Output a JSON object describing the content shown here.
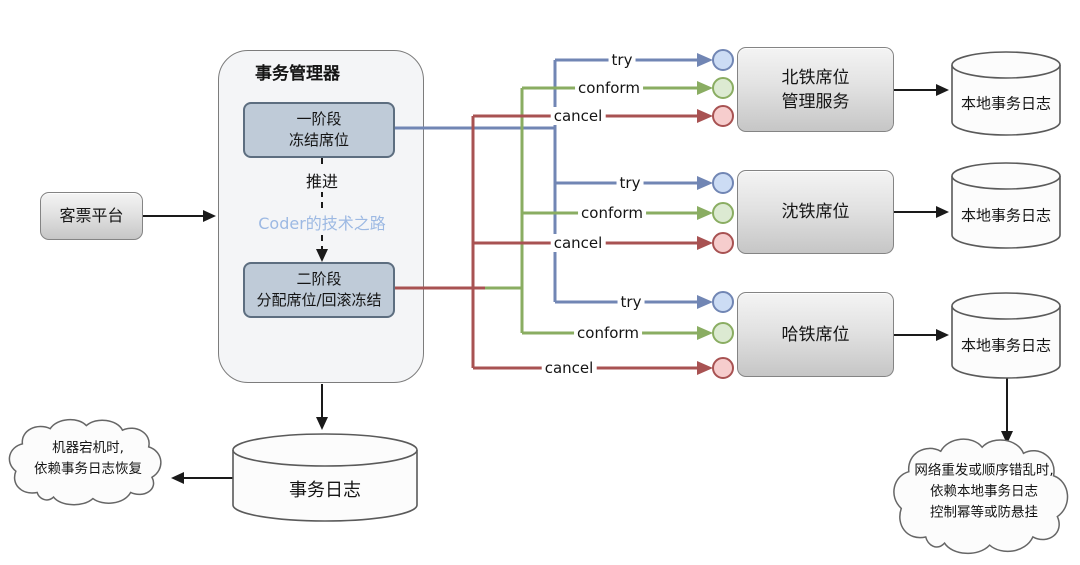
{
  "colors": {
    "try_line": "#7186b4",
    "conform_line": "#8aad62",
    "cancel_line": "#a85252",
    "try_node_fill": "#ccdcf4",
    "conform_node_fill": "#dcead2",
    "cancel_node_fill": "#f6cdcd",
    "watermark_text": "#9db9e3",
    "phase_box_fill": "#bfcbd8",
    "phase_box_border": "#5d6e80"
  },
  "client": {
    "label": "客票平台"
  },
  "manager": {
    "title": "事务管理器",
    "phase1_line1": "一阶段",
    "phase1_line2": "冻结席位",
    "advance": "推进",
    "watermark": "Coder的技术之路",
    "phase2_line1": "二阶段",
    "phase2_line2": "分配席位/回滚冻结"
  },
  "actions": {
    "try": "try",
    "conform": "conform",
    "cancel": "cancel"
  },
  "services": [
    {
      "line1": "北铁席位",
      "line2": "管理服务",
      "log": "本地事务日志"
    },
    {
      "line1": "沈铁席位",
      "log": "本地事务日志"
    },
    {
      "line1": "哈铁席位",
      "log": "本地事务日志"
    }
  ],
  "tx_log": {
    "label": "事务日志"
  },
  "clouds": {
    "left_line1": "机器宕机时,",
    "left_line2": "依赖事务日志恢复",
    "right_line1": "网络重发或顺序错乱时,",
    "right_line2": "依赖本地事务日志",
    "right_line3": "控制幂等或防悬挂"
  }
}
